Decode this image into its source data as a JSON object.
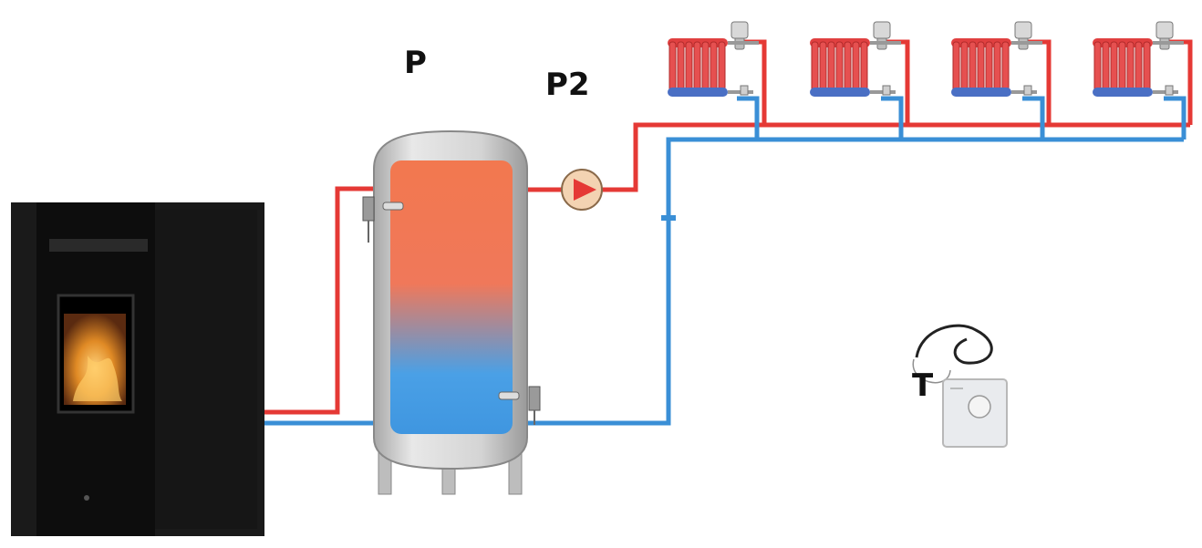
{
  "labels": {
    "tank": "P",
    "pump": "P2",
    "thermostat": "T"
  },
  "colors": {
    "hot": "#e53935",
    "cold": "#3a8fd6",
    "tank_hot": "#f2784f",
    "tank_cold": "#4aa0e6",
    "stove": "#141414",
    "fire": "#f0a030",
    "steel": "#c9c9c9"
  },
  "icons": {
    "stove": "pellet-stove-icon",
    "tank": "buffer-tank-icon",
    "pump": "circulation-pump-icon",
    "radiator": "radiator-icon",
    "thermostat": "room-thermostat-icon"
  }
}
